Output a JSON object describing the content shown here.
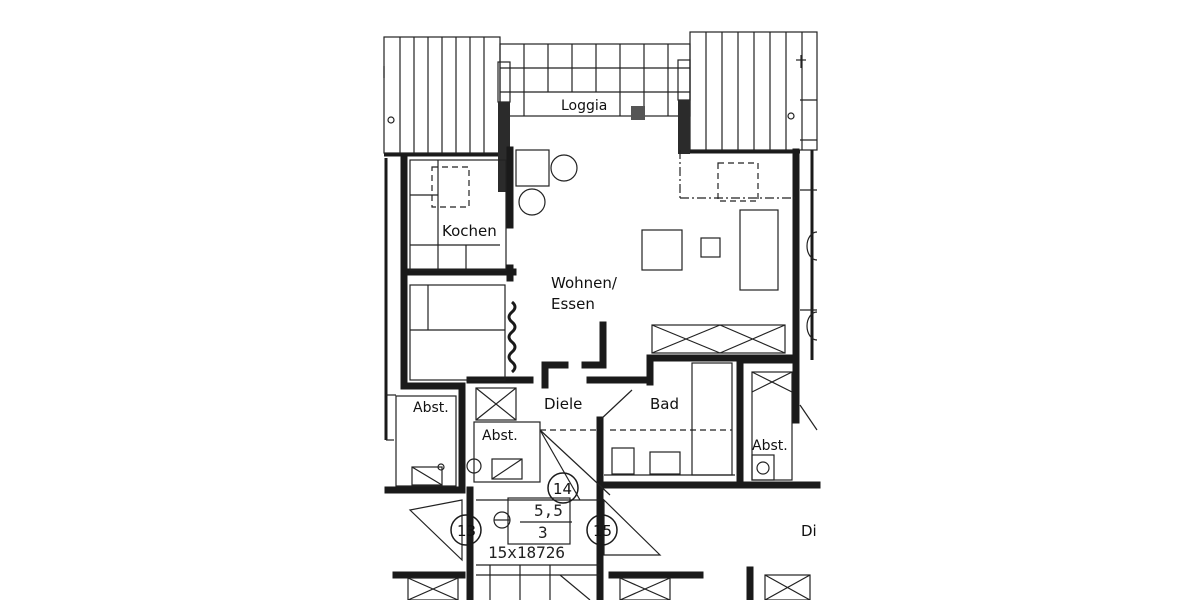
{
  "rooms": {
    "loggia": "Loggia",
    "kochen": "Kochen",
    "wohnen_line1": "Wohnen/",
    "wohnen_line2": "Essen",
    "diele": "Diele",
    "bad": "Bad",
    "abst_left": "Abst.",
    "abst_mid": "Abst.",
    "abst_right": "Abst."
  },
  "markers": {
    "m13": "13",
    "m14": "14",
    "m15": "15"
  },
  "annotations": {
    "fraction_top": "5,5",
    "fraction_bottom": "3",
    "handwritten_code": "15x18726",
    "edge_text": "Di"
  }
}
